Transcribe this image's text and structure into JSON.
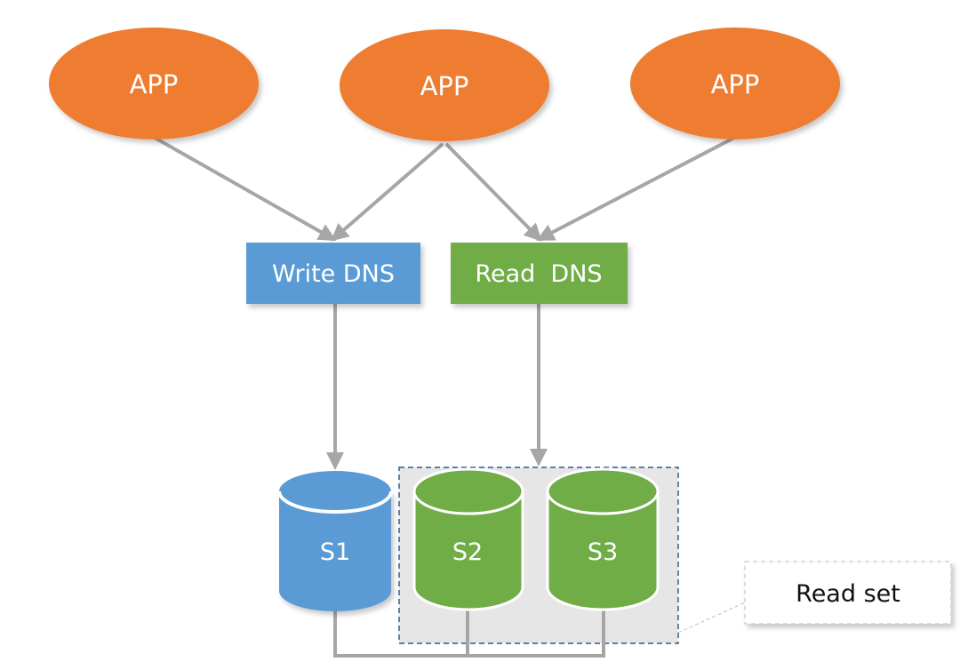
{
  "apps": [
    {
      "label": "APP"
    },
    {
      "label": "APP"
    },
    {
      "label": "APP"
    }
  ],
  "dns": {
    "write": {
      "label": "Write DNS"
    },
    "read": {
      "label": "Read  DNS"
    }
  },
  "servers": [
    {
      "label": "S1"
    },
    {
      "label": "S2"
    },
    {
      "label": "S3"
    }
  ],
  "callout": {
    "label": "Read set"
  },
  "colors": {
    "app": "#ee7d31",
    "write": "#5a9bd5",
    "read": "#70ad47",
    "arrow": "#a6a6a6",
    "read_set_border": "#2e5d8e",
    "read_set_fill": "#e6e6e6"
  }
}
